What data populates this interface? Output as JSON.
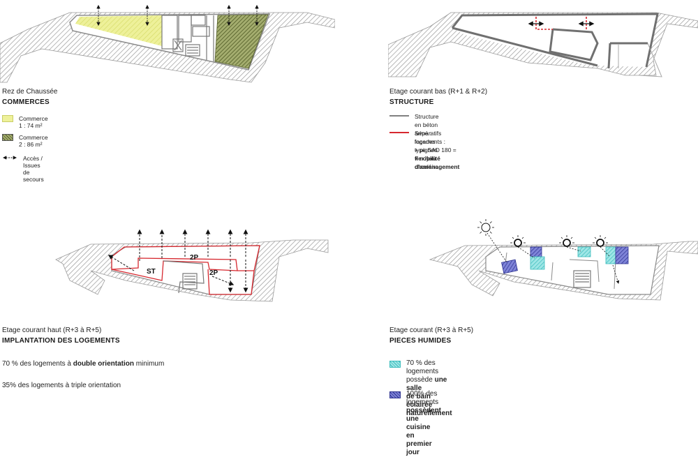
{
  "panels": {
    "rdc": {
      "subtitle": "Rez de Chaussée",
      "heading": "COMMERCES",
      "legend": [
        {
          "label": "Commerce 1 : 74 m²",
          "color": "#e9ec8c"
        },
        {
          "label": "Commerce 2 : 86 m²",
          "color": "#7d8a4a"
        },
        {
          "label": "Accès / Issues de secours"
        }
      ]
    },
    "etage_bas": {
      "subtitle": "Etage courant bas (R+1 & R+2)",
      "heading": "STRUCTURE",
      "legend": [
        {
          "line1": "Structure en béton armé :",
          "line2": "façades + pignon + noyau circulaire",
          "color": "#808080"
        },
        {
          "line1": "Séparatifs logements :",
          "line2_normal": "type SAD 180 = ",
          "line2_bold": "flexibilité d'aménagement",
          "color": "#d6282f"
        }
      ]
    },
    "etage_haut": {
      "subtitle": "Etage courant haut (R+3 à R+5)",
      "heading": "IMPLANTATION DES LOGEMENTS",
      "stat1": {
        "prefix": "70 % des logements à ",
        "bold": "double orientation",
        "suffix": " minimum"
      },
      "stat2": "35% des logements à triple orientation",
      "unit_labels": {
        "a": "2P",
        "b": "ST",
        "c": "2P"
      }
    },
    "etage_courant": {
      "subtitle": "Etage courant (R+3 à R+5)",
      "heading": "PIECES HUMIDES",
      "legend": [
        {
          "normal": "70 % des logements possède ",
          "bold1": "une salle",
          "bold2": "de bain éclairée naturellement",
          "color": "#5fd3d3"
        },
        {
          "normal": "100% des logements ",
          "bold1": "possèdent une cuisine",
          "bold2": "en premier jour",
          "color": "#4a4fb8"
        }
      ]
    }
  },
  "colors": {
    "hatch_gray": "#9a9a9a",
    "wall": "#707070",
    "partition": "#d6282f",
    "commerce1": "#e9ec8c",
    "commerce2": "#7d8a4a",
    "sdb": "#5fd3d3",
    "cuisine": "#4a4fb8"
  }
}
